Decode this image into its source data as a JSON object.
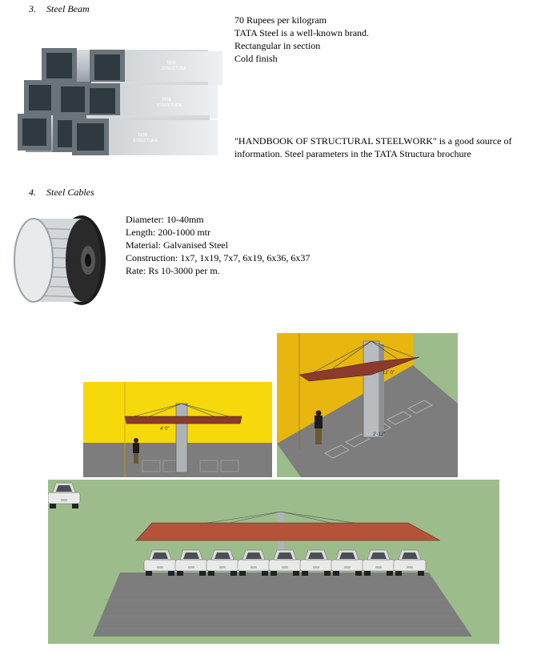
{
  "section3": {
    "number": "3.",
    "title": "Steel Beam",
    "lines": [
      "70 Rupees per kilogram",
      "TATA Steel is a well-known brand.",
      "Rectangular in section",
      "Cold finish"
    ],
    "note_line1": "\"HANDBOOK OF STRUCTURAL STEELWORK\" is a good source of",
    "note_line2": "information. Steel parameters in the TATA Structura brochure",
    "beam_label_1": "TATA",
    "beam_label_2": "STRUCTURA"
  },
  "section4": {
    "number": "4.",
    "title": "Steel Cables",
    "lines": [
      "Diameter: 10-40mm",
      "Length: 200-1000 mtr",
      "Material: Galvanised Steel",
      "Construction: 1x7, 1x19, 7x7, 6x19, 6x36, 6x37",
      "Rate: Rs 10-3000 per m."
    ]
  },
  "renders": {
    "dim_front": "4' 0\"",
    "dim_side": "12' 0\"",
    "dim_side_width": "2'-12\""
  },
  "colors": {
    "canopy": "#8b3a2c",
    "canopy_large": "#b4533a",
    "ground": "#7d7d7d",
    "yellow_bg": "#f5d90a",
    "olive_bg": "#9cbd8b",
    "steel": "#a9b2b9"
  }
}
